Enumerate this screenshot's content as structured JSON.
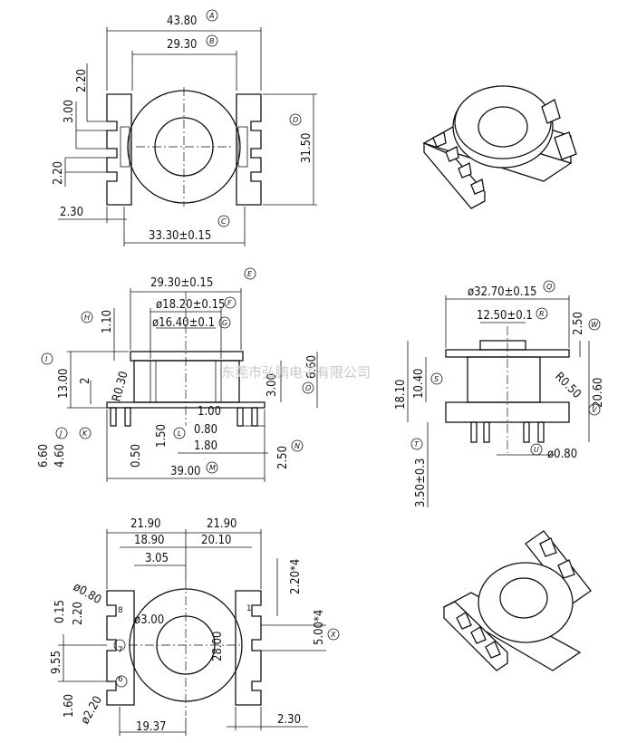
{
  "watermark": "东莞市弘鹏电子有限公司",
  "top_view": {
    "dims": {
      "overall_width": "43.80",
      "inner_width": "29.30",
      "height": "31.50",
      "slot_top": "2.20",
      "slot_width": "3.00",
      "slot_bottom": "2.20",
      "flange_offset": "2.30",
      "base_width": "33.30±0.15"
    },
    "refs": {
      "a": "A",
      "b": "B",
      "c": "C",
      "d": "D"
    }
  },
  "side_view": {
    "dims": {
      "top_width": "29.30±0.15",
      "dia_outer": "ø18.20±0.15",
      "dia_inner": "ø16.40±0.1",
      "flange_thk": "1.10",
      "height_13": "13.00",
      "dim_2": "2",
      "r_030": "R0.30",
      "h_660": "6.60",
      "h_300": "3.00",
      "d_100": "1.00",
      "d_080": "0.80",
      "d_150": "1.50",
      "d_180": "1.80",
      "pin_660": "6.60",
      "pin_460": "4.60",
      "d_050": "0.50",
      "d_250": "2.50",
      "base_3900": "39.00"
    },
    "refs": {
      "h": "H",
      "e": "E",
      "f": "F",
      "g": "G",
      "i": "I",
      "o": "O",
      "l": "L",
      "j": "J",
      "k": "K",
      "m": "M",
      "n": "N"
    }
  },
  "end_view": {
    "dims": {
      "dia_3270": "ø32.70±0.15",
      "w_1250": "12.50±0.1",
      "t_250": "2.50",
      "h_1810": "18.10",
      "h_1040": "10.40",
      "r_050": "R0.50",
      "h_2060": "20.60",
      "pin_len": "3.50±0.3",
      "pin_dia": "ø0.80"
    },
    "refs": {
      "q": "Q",
      "r": "R",
      "w": "W",
      "s": "S",
      "v": "V",
      "t": "T",
      "u": "U"
    }
  },
  "bottom_view": {
    "dims": {
      "half_left": "21.90",
      "half_right": "21.90",
      "w_1890": "18.90",
      "w_2010": "20.10",
      "w_305": "3.05",
      "hole_080": "ø0.80",
      "hole_300": "ø3.00",
      "pitch_220x4": "2.20*4",
      "pitch_500x4": "5.00*4",
      "h_015": "0.15",
      "h_220": "2.20",
      "h_955": "9.55",
      "h_160": "1.60",
      "hole_220": "ø2.20",
      "span_2800": "28.00",
      "w_1937": "19.37",
      "w_230": "2.30"
    },
    "pins": {
      "p8": "8",
      "p7": "7",
      "p6": "6",
      "p1": "1"
    },
    "refs": {
      "x": "X"
    }
  }
}
